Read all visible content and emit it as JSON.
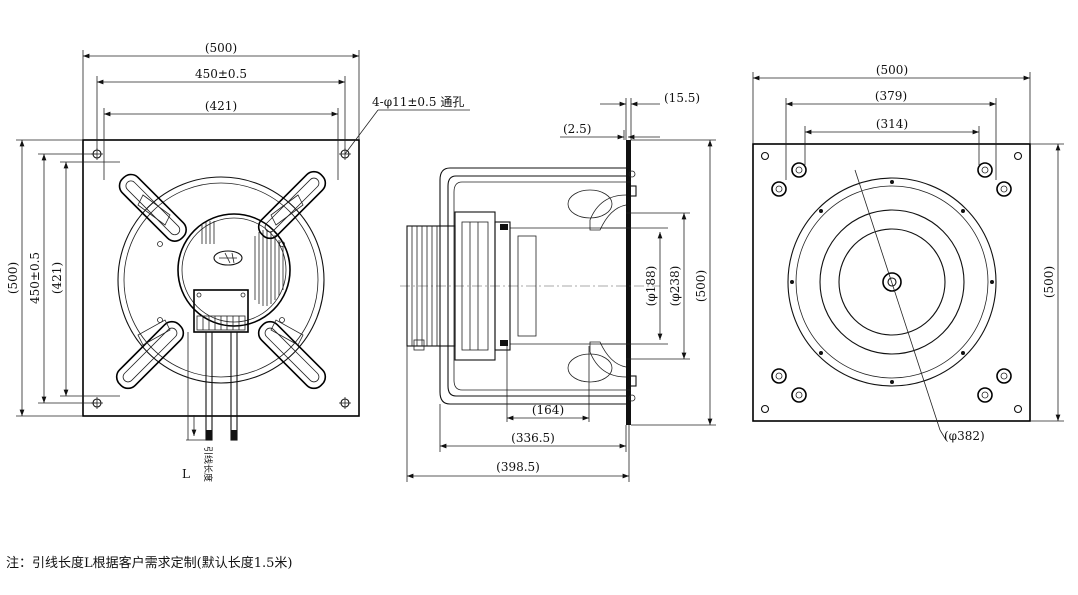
{
  "front_view": {
    "dims": {
      "overall_width": "(500)",
      "hole_pitch": "450±0.5",
      "inner_width": "(421)",
      "hole_spec": "4-φ11±0.5 通孔",
      "overall_height": "(500)",
      "hole_pitch_v": "450±0.5",
      "inner_height": "(421)"
    },
    "lead_label": "L",
    "lead_label_cn": "引线长度"
  },
  "side_view": {
    "dims": {
      "flange_thk": "(15.5)",
      "gap": "(2.5)",
      "d188": "(φ188)",
      "d238": "(φ238)",
      "height": "(500)",
      "d164": "(164)",
      "d336": "(336.5)",
      "d398": "(398.5)"
    }
  },
  "rear_view": {
    "dims": {
      "width": "(500)",
      "d379": "(379)",
      "d314": "(314)",
      "height": "(500)",
      "d382": "(φ382)"
    }
  },
  "note": "注：引线长度L根据客户需求定制(默认长度1.5米)"
}
